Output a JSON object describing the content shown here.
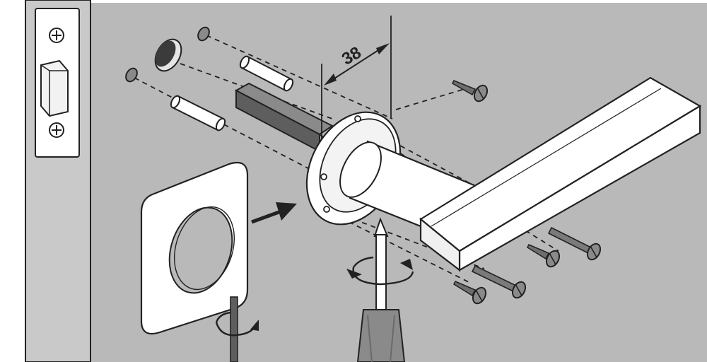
{
  "diagram": {
    "dimension_label": "38",
    "colors": {
      "background": "#b9b9b9",
      "door_edge": "#c9c9c9",
      "strike_plate": "#ffffff",
      "outline": "#222222",
      "spindle": "#5e5e5e",
      "metal_light": "#ffffff",
      "screw": "#7a7a7a"
    },
    "parts": [
      "latch-strike-plate",
      "square-rose-cover",
      "round-rose-base",
      "lever-handle",
      "square-spindle",
      "fixing-bolts",
      "wood-screws",
      "hex-key",
      "screwdriver"
    ]
  }
}
